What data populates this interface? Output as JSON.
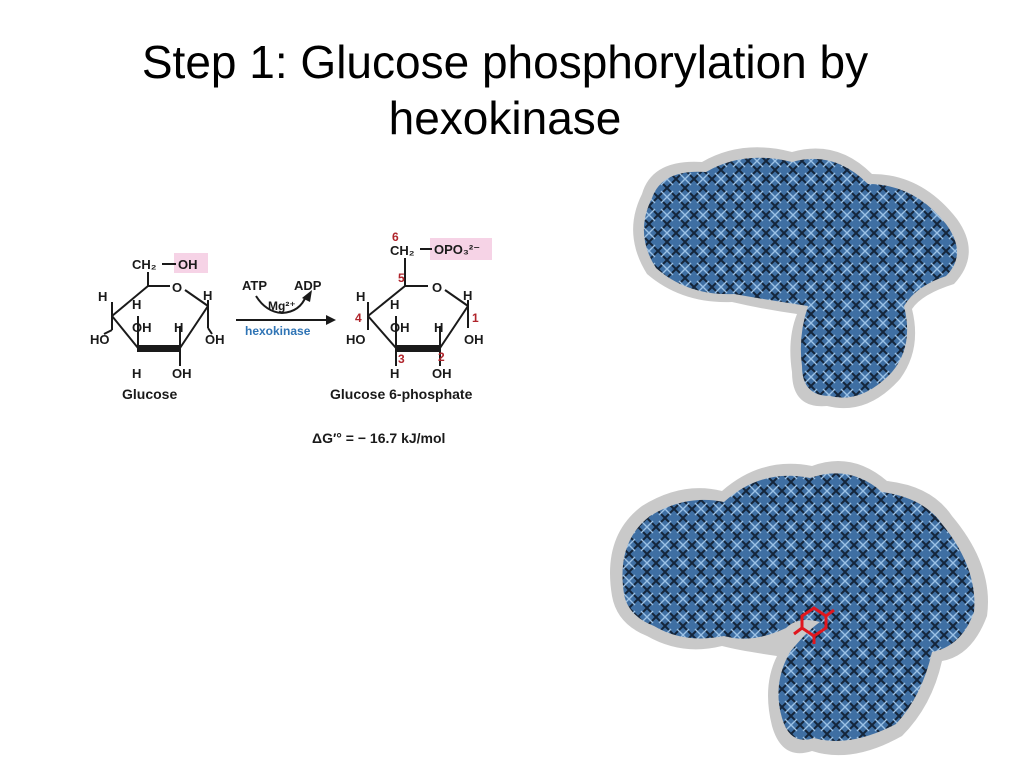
{
  "slide": {
    "title_line1": "Step 1: Glucose phosphorylation by",
    "title_line2": "hexokinase"
  },
  "reaction": {
    "substrate": {
      "name": "Glucose",
      "groups": {
        "ch2": "CH₂",
        "oh_top": "OH",
        "o": "O",
        "h1": "H",
        "h2": "H",
        "h3": "H",
        "h4": "H",
        "ho": "HO",
        "oh_mid": "OH",
        "oh_right": "OH",
        "h_bot": "H",
        "oh_bot": "OH"
      }
    },
    "product": {
      "name": "Glucose 6-phosphate",
      "groups": {
        "ch2": "CH₂",
        "opo3": "OPO₃²⁻",
        "o": "O",
        "h1": "H",
        "h2": "H",
        "h3": "H",
        "h4": "H",
        "ho": "HO",
        "oh_mid": "OH",
        "oh_right": "OH",
        "h_bot": "H",
        "oh_bot": "OH"
      },
      "carbon_numbers": {
        "c1": "1",
        "c2": "2",
        "c3": "3",
        "c4": "4",
        "c5": "5",
        "c6": "6"
      }
    },
    "arrow": {
      "cofactor_in": "ATP",
      "cofactor_out": "ADP",
      "metal": "Mg²⁺",
      "enzyme": "hexokinase",
      "enzyme_color": "#2f74b5"
    },
    "energy": "ΔG′° = − 16.7 kJ/mol",
    "highlight_color": "#f6d3e6"
  },
  "images": {
    "top": {
      "description_name": "hexokinase-open-structure"
    },
    "bottom": {
      "description_name": "hexokinase-bound-glucose-structure",
      "ligand_color": "#e0171e"
    }
  },
  "colors": {
    "protein_blue": "#3f6fa3",
    "protein_dark": "#14253a",
    "protein_light": "#9cc2e6",
    "surface_gray": "#c9c9c9"
  }
}
